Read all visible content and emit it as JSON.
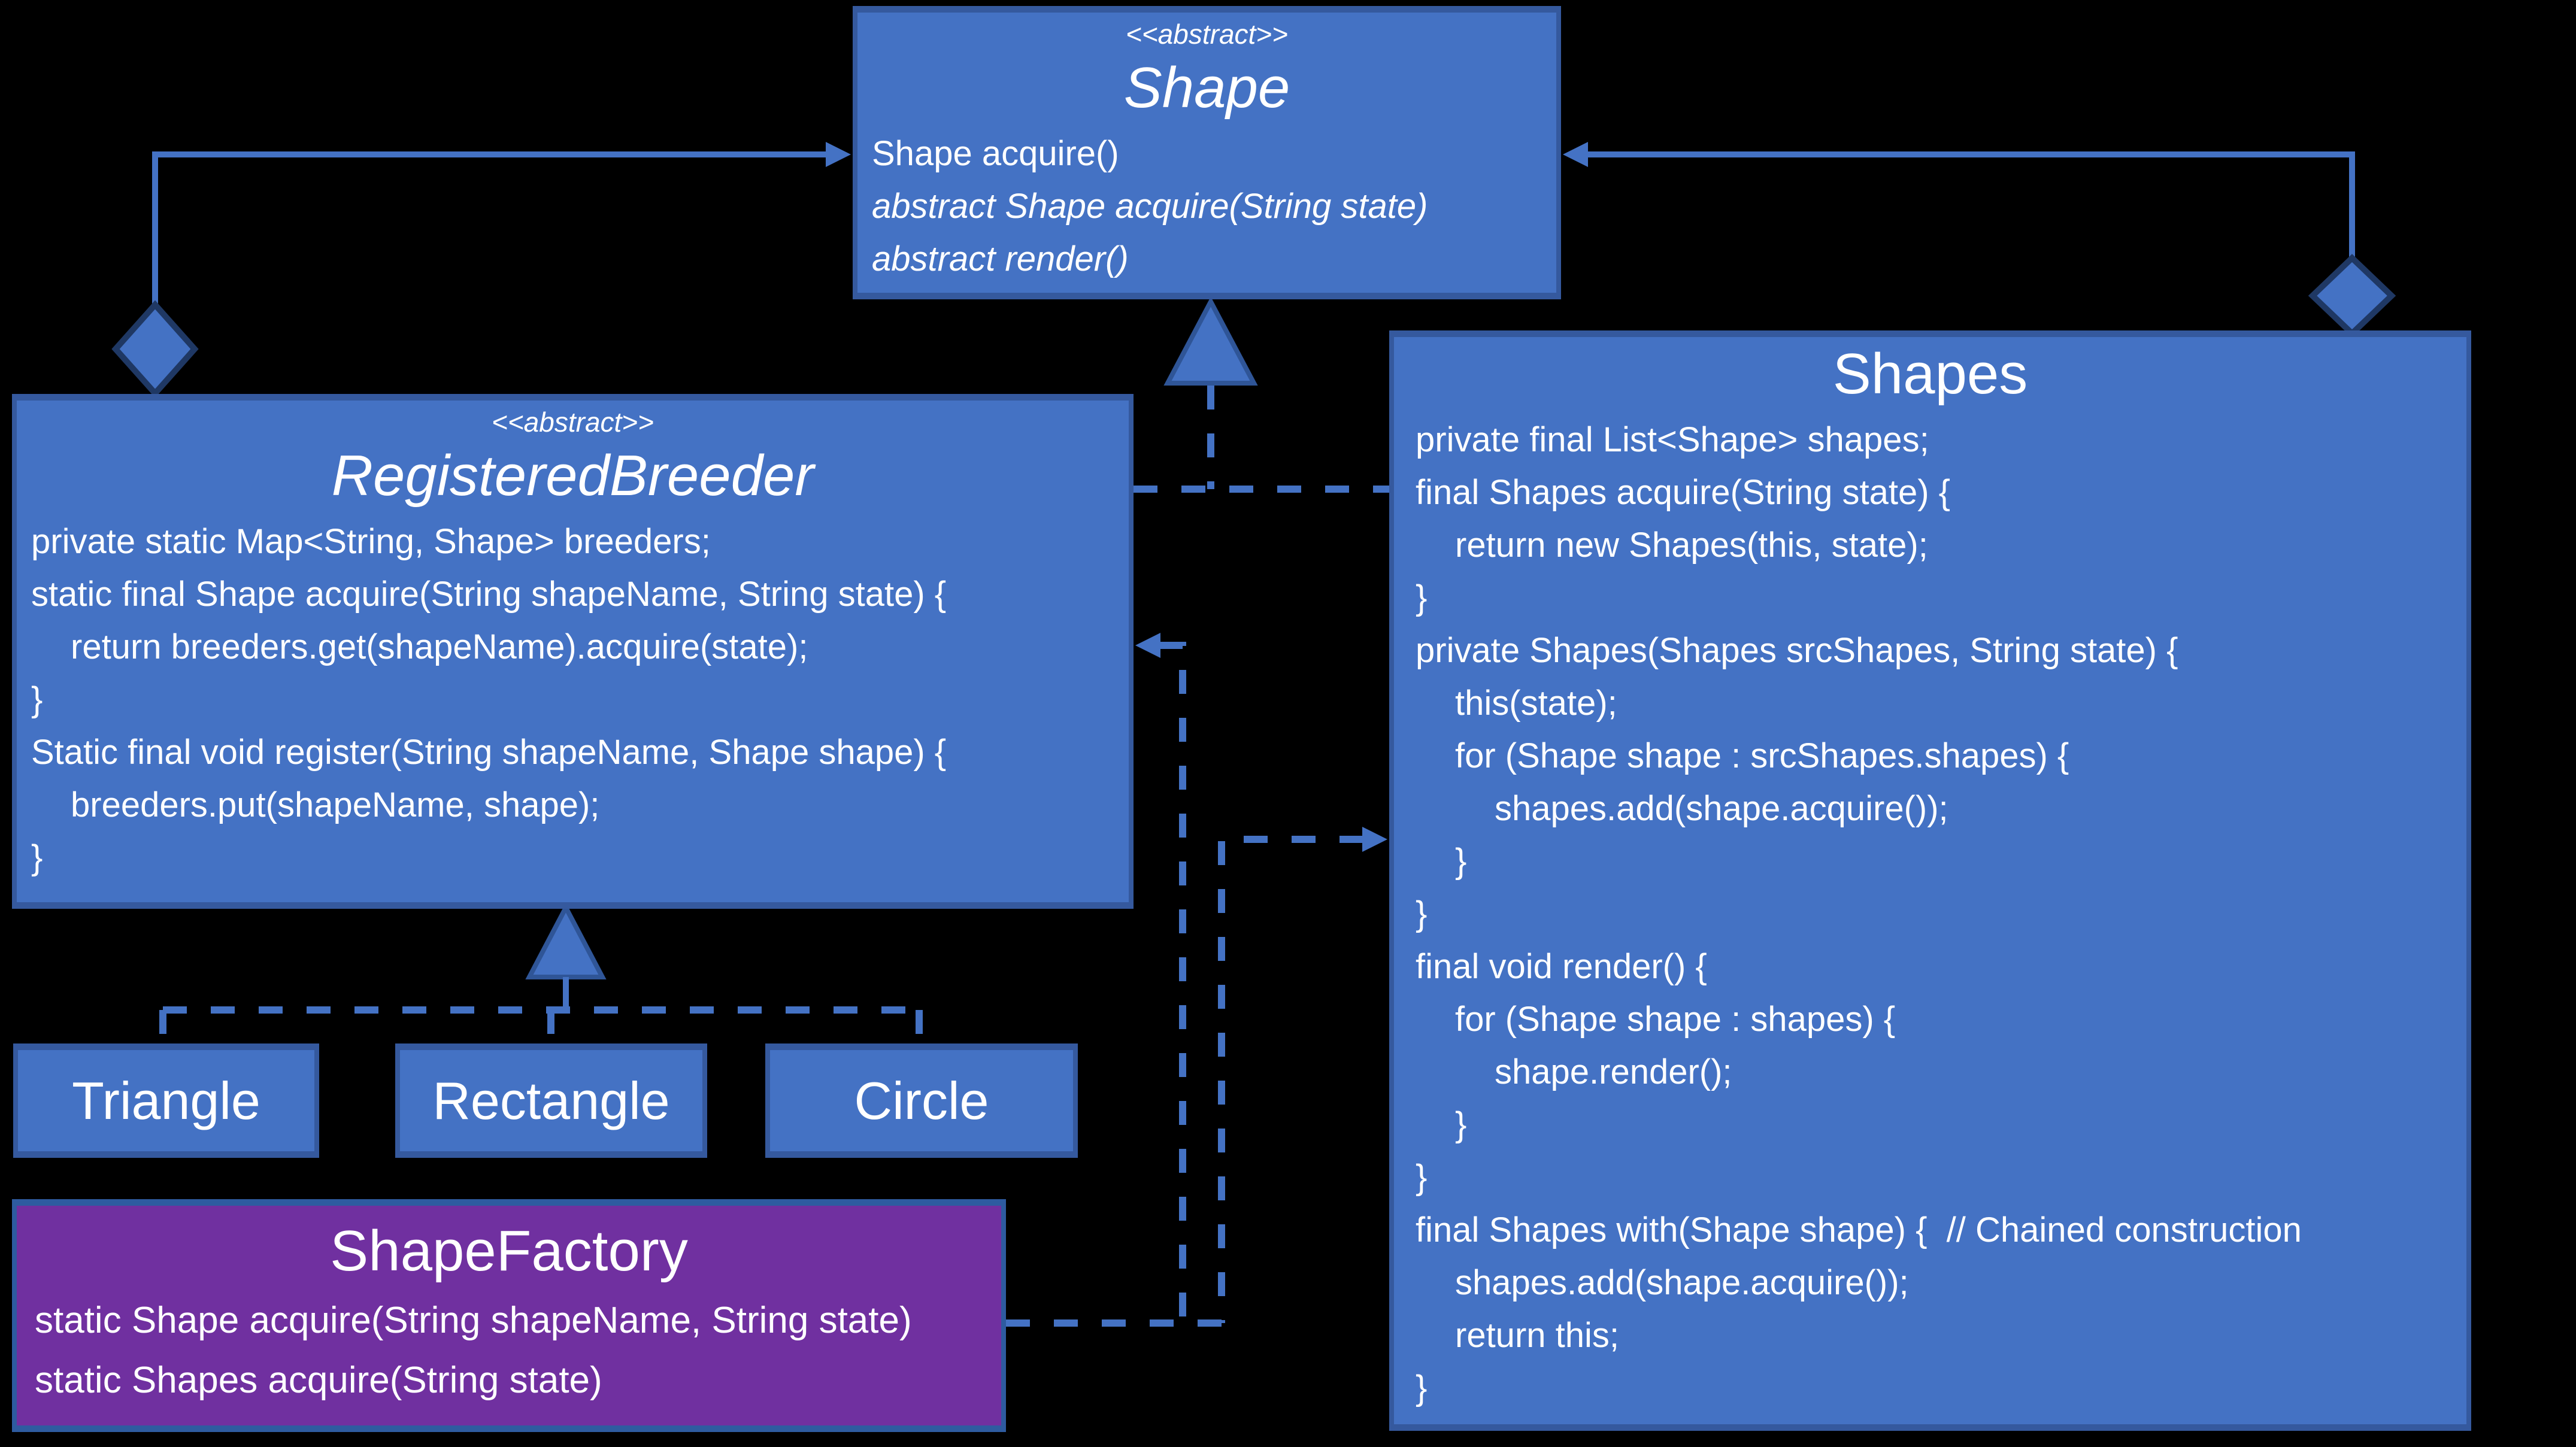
{
  "colors": {
    "background": "#000000",
    "box_fill": "#4472C4",
    "box_border": "#35599E",
    "shape_factory_fill": "#7030A0",
    "connector_blue": "#4472C4",
    "diamond_outline": "#1F3864",
    "triangle_outline": "#2F5597",
    "text": "#FFFFFF"
  },
  "classes": {
    "shape": {
      "stereotype": "<<abstract>>",
      "name": "Shape",
      "members": [
        "Shape acquire()",
        "abstract Shape acquire(String state)",
        "abstract render()"
      ]
    },
    "registered_breeder": {
      "stereotype": "<<abstract>>",
      "name": "RegisteredBreeder",
      "members": [
        "private static Map<String, Shape> breeders;",
        "static final Shape acquire(String shapeName, String state) {",
        "return breeders.get(shapeName).acquire(state);",
        "}",
        "Static final void register(String shapeName, Shape shape) {",
        "breeders.put(shapeName, shape);",
        "}"
      ]
    },
    "shapes": {
      "name": "Shapes",
      "members": [
        "private final List<Shape> shapes;",
        "final Shapes acquire(String state) {",
        "return new Shapes(this, state);",
        "}",
        "private Shapes(Shapes srcShapes, String state) {",
        "this(state);",
        "for (Shape shape : srcShapes.shapes) {",
        "shapes.add(shape.acquire());",
        "}",
        "}",
        "final void render() {",
        "for (Shape shape : shapes) {",
        "shape.render();",
        "}",
        "}",
        "final Shapes with(Shape shape) {  // Chained construction",
        "shapes.add(shape.acquire());",
        "return this;",
        "}"
      ]
    },
    "triangle": {
      "name": "Triangle"
    },
    "rectangle": {
      "name": "Rectangle"
    },
    "circle": {
      "name": "Circle"
    },
    "shape_factory": {
      "name": "ShapeFactory",
      "members": [
        "static Shape acquire(String shapeName, String state)",
        "static Shapes acquire(String state)"
      ]
    }
  }
}
